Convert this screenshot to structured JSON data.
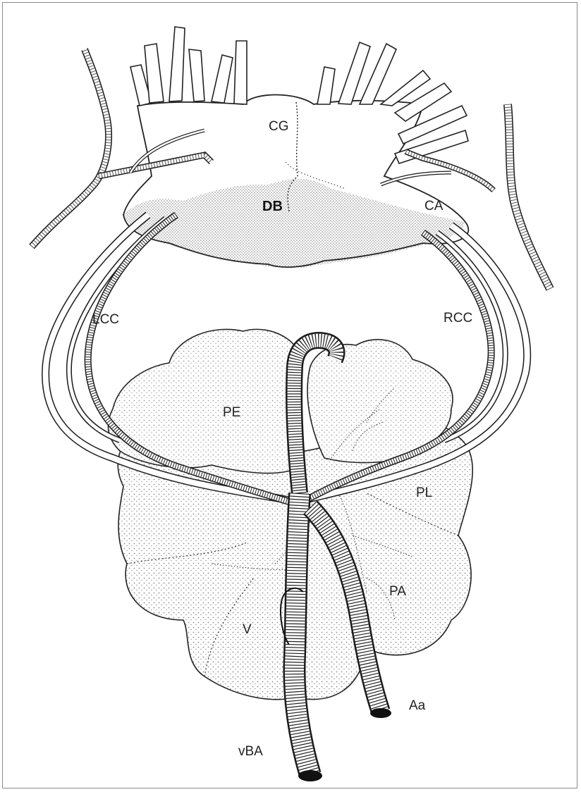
{
  "figure": {
    "labels": {
      "CG": "CG",
      "DB": "DB",
      "CA": "CA",
      "LCC": "LCC",
      "RCC": "RCC",
      "PE": "PE",
      "PL": "PL",
      "PA": "PA",
      "V": "V",
      "Aa": "Aa",
      "vBA": "vBA"
    }
  },
  "colors": {
    "ink": "#111111",
    "stipple": "#2a2a2a",
    "frame": "#8a8a8a",
    "background": "#ffffff"
  }
}
